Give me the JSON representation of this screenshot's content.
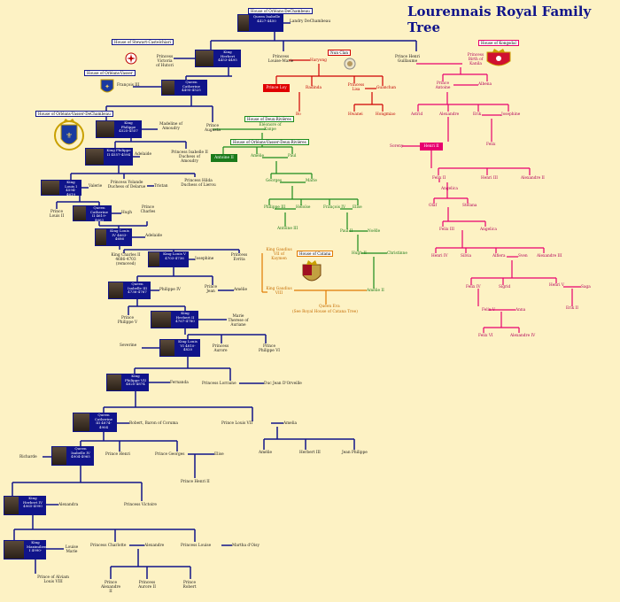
{
  "title": "Lourennais Royal Family Tree",
  "houses": {
    "orleans_dechambeau": "House of Orléans-DeChambeau",
    "stewart_castelchiari": "House of Stewart-Castelchiari",
    "orleans_vasser": "House of Orléans-Vasser",
    "orleans_vasser_dechambeau": "House of Orléans-Vasser-DeChambeau",
    "deux_rivieres": "House of Deux-Rivières",
    "ovdr": "House of Orléans-Vasser-Deux-Rivières",
    "nun_clan": "Nun Clan",
    "kongsdal": "House of Kongsdal",
    "catana": "House of Catana"
  },
  "main_line": {
    "isabelle": "Queen Isabelle 4427-4450",
    "landry": "Landry DeChambeau",
    "victoria": "Princess Victoria of Hutori",
    "herbert1": "King Herbert 4453-4495",
    "louise_marie": "Princess Louise-Marie",
    "henri_g": "Prince Henri Guillaume",
    "birth_kanila": "Princess Birth of Kanila",
    "francois3": "François III",
    "catherine": "Queen Catherine 4495-4525",
    "philippe1": "King Philippe 4525-4557",
    "madeline": "Madeline of Amoudry",
    "augusta": "Prince Augusta",
    "philippe2": "King Philippe II 4557-4594",
    "adelaide1": "Adelaide",
    "isabelle2": "Princess Isabelle II Duchess of Amoudry",
    "louis1": "King Louis I 4594-4619",
    "valerie": "Valerie",
    "yolande": "Princess Yolande Duchess of Delarue",
    "tristan": "Tristan",
    "hilda": "Princess Hilda Duchess of Lierou",
    "louis2": "Prince Louis II",
    "catherine2": "Queen Catherine II 4619-4663",
    "hugh": "Hugh",
    "charles": "Prince Charles",
    "louis4": "King Louis IV 4663-4686",
    "adelaide2": "Adelaide",
    "charles2": "King Charles II 4686-4703 (removed)",
    "louis5": "King Louis V 4703-4736",
    "josephine": "Josephine",
    "evrita": "Princess Evrita",
    "isabelle3": "Queen Isabelle III 4736-4767",
    "philippe4": "Philippe IV",
    "jean": "Prince Jean",
    "amelie": "Amélie",
    "philippe5": "Prince Philippe V",
    "herbert2": "King Herbert II 4767-4780",
    "marie_therese": "Marie Therese of Auriane",
    "severine": "Severine",
    "louis6": "King Louis VI 4810-4820",
    "aurore1": "Princess Aurore",
    "philippe6": "Prince Philippe VI",
    "philippe7": "King Philippe VII 4820-4874",
    "fernanda": "Fernanda",
    "lorraine": "Princess Lorraine",
    "jean_orleans": "Duc Jean D'Orveille",
    "catherine3": "Queen Catherine III 4874-4904",
    "robert_baron": "Robert, Baron of Coruma",
    "louis7": "Prince Louis VII",
    "amelia": "Amelia",
    "amelie2": "Amélie",
    "herbert3": "Herbert III",
    "jean_philippe": "Jean Philippe",
    "richarde": "Richarde",
    "isabelle4": "Queen Isabelle IV 4904-4965",
    "henri": "Prince Henri",
    "georges": "Prince Georges",
    "elise": "Elise",
    "henri2": "Prince Henri II",
    "herbert4": "King Herbert IV 4965-4990",
    "alexandra": "Alexandra",
    "victoire": "Princess Victoire",
    "maximilien": "King Maximilien I 4990-",
    "louise_marie2": "Louise Marie",
    "charlotte": "Princess Charlotte",
    "alexandre_p": "Alexandre",
    "louise": "Princess Louise",
    "martha": "Martha d'Oisy",
    "louis8": "Prince of Alviam Louis VIII",
    "alexandre2": "Prince Alexandre II",
    "aurore2": "Princess Aurore II",
    "robert_p": "Prince Robert"
  },
  "red_branch": {
    "haryong": "Haryong",
    "prince_loy": "Prince Loy",
    "radinda": "Radinda",
    "lisa": "Princess Lisa",
    "guanchan": "Guanchan",
    "bo": "Bo",
    "hwanei": "Hwanei",
    "hongmiao": "Hongmiao"
  },
  "green_branch": {
    "eleonore": "Eléonore of Xanpe",
    "antoine2": "Antoine II",
    "amelie": "Amélie",
    "paul": "Paul",
    "georges": "Georges",
    "marie": "Marie",
    "philippe3": "Philippe III",
    "heloise": "Héloïse",
    "francois4": "François IV",
    "elise": "Elise",
    "antoine3": "Antoine III",
    "paul2": "Paul II",
    "noelle": "Noëlle",
    "hugh2": "Hugh II",
    "christinne": "Christinne",
    "amelie2": "Amélie II"
  },
  "orange_branch": {
    "gaudius7": "King Gaudius VII of Kaymen",
    "gaudius8": "King Gaudius VIII",
    "eva": "Queen Eva",
    "eva_note": "(See Royal House of Catana Tree)"
  },
  "pink_branch": {
    "antoine": "Prince Antoine",
    "albena": "Albena",
    "astrid": "Astrid",
    "alexandre": "Alexandre",
    "erik": "Erik",
    "josephine": "Josephine",
    "felix": "Felix",
    "soreny": "Soreny",
    "henri2": "Henri II",
    "felix2": "Felix II",
    "angelica": "Angelica",
    "henri3": "Henri III",
    "alexandre2": "Alexandre II",
    "olaf": "Olaf",
    "stelana": "Stelana",
    "felix3": "Felix III",
    "angelica2": "Angelica",
    "henri4": "Henri IV",
    "silvia": "Silvia",
    "alfiera": "Alfiera",
    "sven": "Sven",
    "alexandre3": "Alexandre III",
    "felix4": "Felix IV",
    "sigrid": "Sigrid",
    "henri5": "Henri V",
    "saga": "Saga",
    "erik2": "Erik II",
    "felix5": "Felix V",
    "anna": "Anna",
    "felix6": "Felix VI",
    "alexandre4": "Alexandre IV"
  },
  "colors": {
    "background": "#fdf2c4",
    "main": "#10148a",
    "pink": "#e8006e",
    "red": "#d00000",
    "green": "#1a8a1a",
    "orange": "#e07a00"
  }
}
